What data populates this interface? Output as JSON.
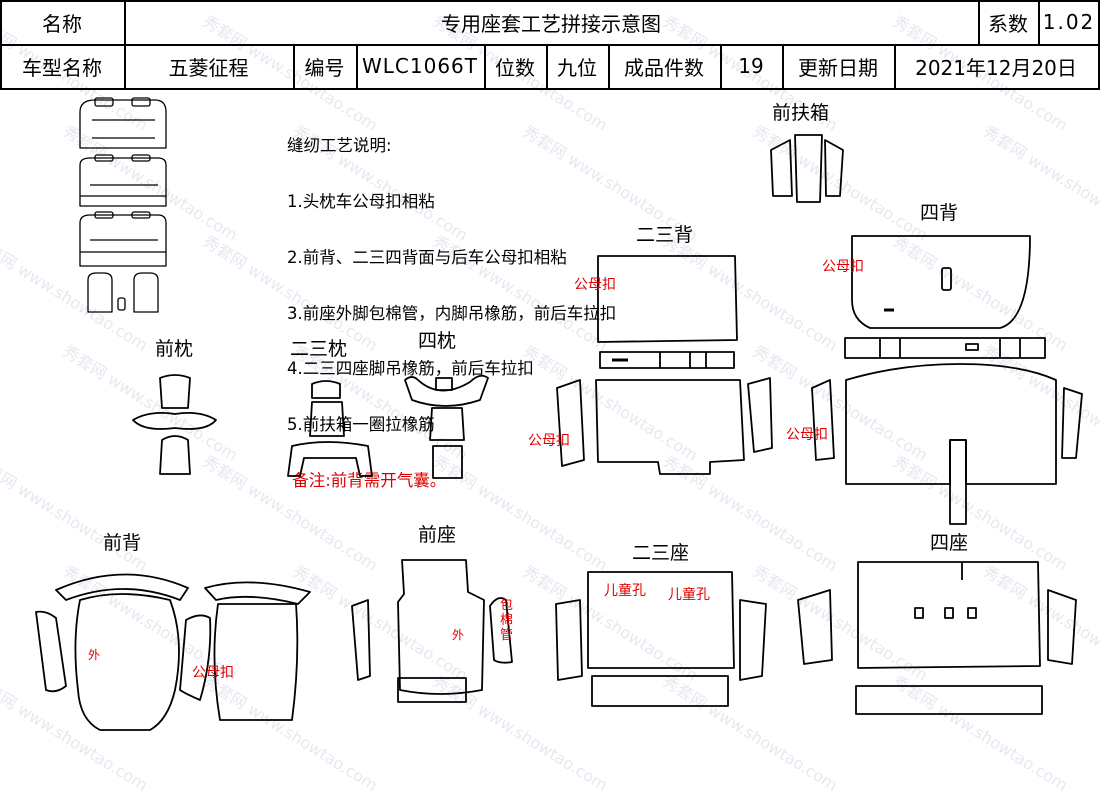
{
  "header": {
    "row1": {
      "name_label": "名称",
      "title": "专用座套工艺拼接示意图",
      "coef_label": "系数",
      "coef_value": "1.02"
    },
    "row2": {
      "model_label": "车型名称",
      "model_value": "五菱征程",
      "code_label": "编号",
      "code_value": "WLC1066T",
      "seats_label": "位数",
      "seats_value": "九位",
      "pieces_label": "成品件数",
      "pieces_value": "19",
      "date_label": "更新日期",
      "date_value": "2021年12月20日"
    }
  },
  "notes": {
    "title": "缝纫工艺说明:",
    "items": [
      "1.头枕车公母扣相粘",
      "2.前背、二三四背面与后车公母扣相粘",
      "3.前座外脚包棉管，内脚吊橡筋，前后车拉扣",
      "4.二三四座脚吊橡筋，前后车拉扣",
      "5.前扶箱一圈拉橡筋"
    ],
    "remark": " 备注:前背需开气囊。"
  },
  "sections": {
    "front_box": "前扶箱",
    "four_back": "四背",
    "two_three_back": "二三背",
    "front_pillow": "前枕",
    "two_three_pillow": "二三枕",
    "four_pillow": "四枕",
    "front_back": "前背",
    "front_seat": "前座",
    "two_three_seat": "二三座",
    "four_seat": "四座"
  },
  "annotations": {
    "snap_23back_top": "公母扣",
    "snap_23back_side": "公母扣",
    "snap_4back_top": "公母扣",
    "snap_4back_side": "公母扣",
    "snap_front_back": "公母扣",
    "outer_front_back": "外",
    "outer_front_seat": "外",
    "cotton_tube": "包\n棉\n管",
    "child_hole_1": "儿童孔",
    "child_hole_2": "儿童孔"
  },
  "watermark": {
    "cn": "秀套网",
    "url": "www.showtao.com"
  },
  "colors": {
    "annotation": "#e00000",
    "line": "#000000",
    "watermark": "#bcbcd8"
  }
}
